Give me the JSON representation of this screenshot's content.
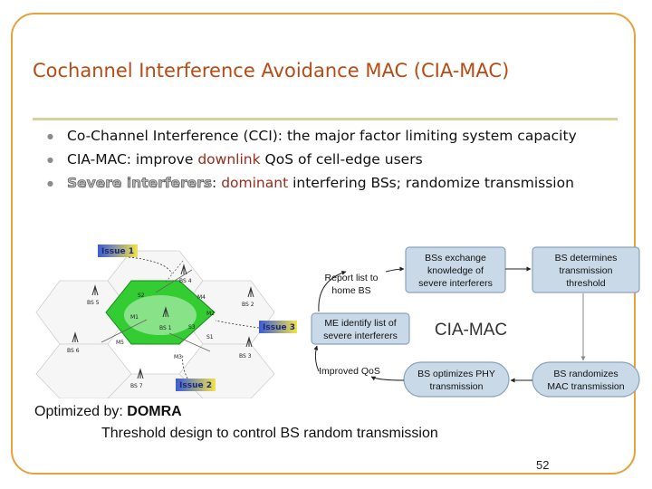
{
  "title": "Cochannel Interference Avoidance MAC (CIA-MAC)",
  "bullets": [
    {
      "pre": "Co-Channel Interference (CCI): the major factor limiting system capacity"
    },
    {
      "pre": "CIA-MAC: improve ",
      "hl": "downlink",
      "post": " QoS of cell-edge users"
    },
    {
      "outlined": "Severe interferers",
      "mid": ": ",
      "hl": "dominant",
      "post": " interfering BSs; randomize transmission"
    }
  ],
  "figure": {
    "issue1": "Issue 1",
    "issue2": "Issue 2",
    "issue3": "Issue 3",
    "bs_labels": [
      "BS 1",
      "BS 2",
      "BS 3",
      "BS 4",
      "BS 5",
      "BS 6",
      "BS 7"
    ],
    "ms_labels": [
      "M1",
      "M2",
      "M3",
      "M4",
      "M5",
      "S1",
      "S2",
      "S3"
    ]
  },
  "flow": {
    "center": "CIA-MAC",
    "report_line1": "Report list to",
    "report_line2": "home BS",
    "exchange_line1": "BSs exchange",
    "exchange_line2": "knowledge of",
    "exchange_line3": "severe interferers",
    "determine_line1": "BS determines",
    "determine_line2": "transmission",
    "determine_line3": "threshold",
    "me_line1": "ME identify list of",
    "me_line2": "severe interferers",
    "improved": "Improved QoS",
    "optimize_line1": "BS optimizes PHY",
    "optimize_line2": "transmission",
    "randomize_line1": "BS randomizes",
    "randomize_line2": "MAC transmission"
  },
  "optimized_prefix": "Optimized by: ",
  "optimized_name": "DOMRA",
  "threshold_text": "Threshold design to control BS random transmission",
  "page_number": "52",
  "colors": {
    "title": "#b84a14",
    "highlight": "#9b2a1a",
    "frame": "#e6a23c",
    "box_fill": "#c9d9e8",
    "green": "#33cc33"
  }
}
